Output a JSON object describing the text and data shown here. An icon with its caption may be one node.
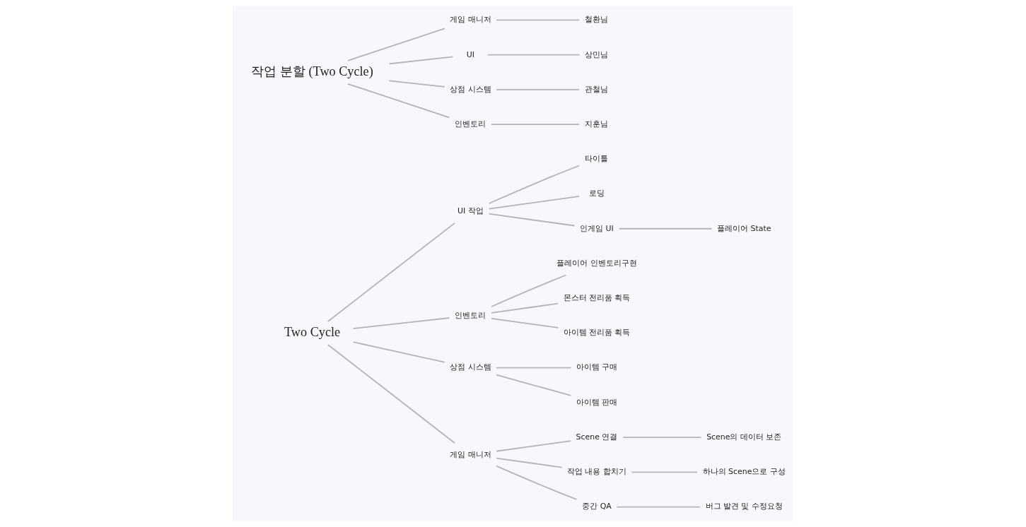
{
  "diagram": {
    "nodes": [
      {
        "text": [
          "Two Cycle"
        ]
      },
      {
        "text": [
          "UI 작업"
        ]
      },
      {
        "text": [
          "타이틀"
        ]
      },
      {
        "text": [
          "로딩"
        ]
      },
      {
        "text": [
          "인게임 UI"
        ]
      },
      {
        "text": [
          "플레이어 State"
        ]
      },
      {
        "text": [
          "인벤토리"
        ]
      },
      {
        "text": [
          "플레이어 인벤토리구현"
        ]
      },
      {
        "text": [
          "몬스터 전리품 획득"
        ]
      },
      {
        "text": [
          "아이템 전리품 획득"
        ]
      },
      {
        "text": [
          "상점 시스템"
        ]
      },
      {
        "text": [
          "아이템 구매"
        ]
      },
      {
        "text": [
          "아이템 판매"
        ]
      },
      {
        "text": [
          "게임 매니저"
        ]
      },
      {
        "text": [
          "Scene 연결"
        ]
      },
      {
        "text": [
          "Scene의 데이터 보존"
        ]
      },
      {
        "text": [
          "작업 내용 합치기"
        ]
      },
      {
        "text": [
          "하나의 Scene으로 구성"
        ]
      },
      {
        "text": [
          "중간 QA"
        ]
      },
      {
        "text": [
          "버그 발견 및 수정요청"
        ]
      },
      {
        "text": [
          "작업 분할 (Two Cycle)"
        ]
      },
      {
        "text": [
          "게임 매니저"
        ]
      },
      {
        "text": [
          "철환님"
        ]
      },
      {
        "text": [
          "UI"
        ]
      },
      {
        "text": [
          "상민님"
        ]
      },
      {
        "text": [
          "상점 시스템"
        ]
      },
      {
        "text": [
          "관철님"
        ]
      },
      {
        "text": [
          "인벤토리"
        ]
      },
      {
        "text": [
          "지훈님"
        ]
      }
    ],
    "edges": [
      {
        "from": 0,
        "to": 1,
        "arrow": "none"
      },
      {
        "from": 1,
        "to": 2,
        "arrow": "none"
      },
      {
        "from": 1,
        "to": 3,
        "arrow": "none"
      },
      {
        "from": 1,
        "to": 4,
        "arrow": "none"
      },
      {
        "from": 4,
        "to": 5,
        "arrow": "none"
      },
      {
        "from": 0,
        "to": 6,
        "arrow": "none"
      },
      {
        "from": 6,
        "to": 7,
        "arrow": "none"
      },
      {
        "from": 6,
        "to": 8,
        "arrow": "none"
      },
      {
        "from": 6,
        "to": 9,
        "arrow": "none"
      },
      {
        "from": 0,
        "to": 10,
        "arrow": "none"
      },
      {
        "from": 10,
        "to": 11,
        "arrow": "none"
      },
      {
        "from": 10,
        "to": 12,
        "arrow": "none"
      },
      {
        "from": 0,
        "to": 13,
        "arrow": "none"
      },
      {
        "from": 13,
        "to": 14,
        "arrow": "none"
      },
      {
        "from": 14,
        "to": 15,
        "arrow": "none"
      },
      {
        "from": 13,
        "to": 16,
        "arrow": "none"
      },
      {
        "from": 16,
        "to": 17,
        "arrow": "none"
      },
      {
        "from": 13,
        "to": 18,
        "arrow": "none"
      },
      {
        "from": 18,
        "to": 19,
        "arrow": "none"
      },
      {
        "from": 20,
        "to": 21,
        "arrow": "none"
      },
      {
        "from": 21,
        "to": 22,
        "arrow": "none"
      },
      {
        "from": 20,
        "to": 23,
        "arrow": "none"
      },
      {
        "from": 23,
        "to": 24,
        "arrow": "none"
      },
      {
        "from": 20,
        "to": 25,
        "arrow": "none"
      },
      {
        "from": 25,
        "to": 26,
        "arrow": "none"
      },
      {
        "from": 20,
        "to": 27,
        "arrow": "none"
      },
      {
        "from": 27,
        "to": 28,
        "arrow": "none"
      }
    ]
  }
}
